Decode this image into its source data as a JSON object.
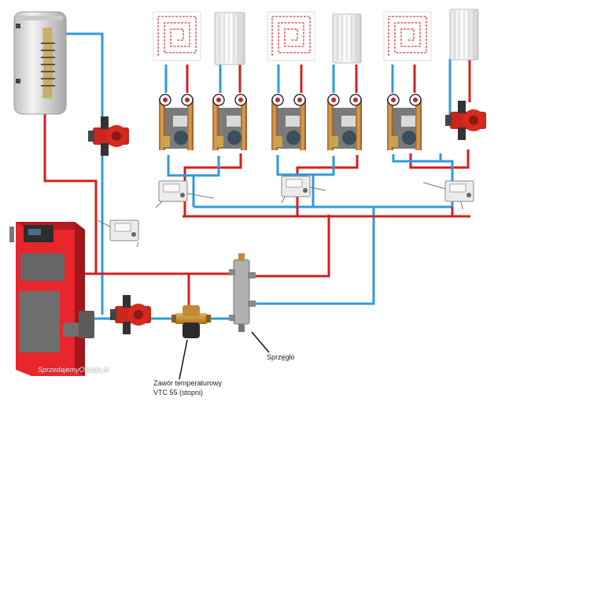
{
  "colors": {
    "supply": "#d32020",
    "return": "#2f9bd6",
    "boiler_body": "#e8262b",
    "pump": "#c8261e",
    "tank": "#d9d9d9"
  },
  "labels": {
    "valve_line1": "Zawór temperaturowy",
    "valve_line2": "VTC 55 (stopni)",
    "coupler": "Sprzęgło",
    "watermark": "SprzedajemyOkazje.pl"
  },
  "icons": {
    "tank": "hot-water-tank-icon",
    "boiler": "boiler-icon",
    "pump": "circulation-pump-icon",
    "valve": "thermostatic-valve-icon",
    "coupler": "hydraulic-coupler-icon",
    "floor_heating": "floor-heating-loop-icon",
    "radiator": "radiator-icon",
    "mixing_group": "mixing-group-icon",
    "controller": "controller-icon"
  }
}
